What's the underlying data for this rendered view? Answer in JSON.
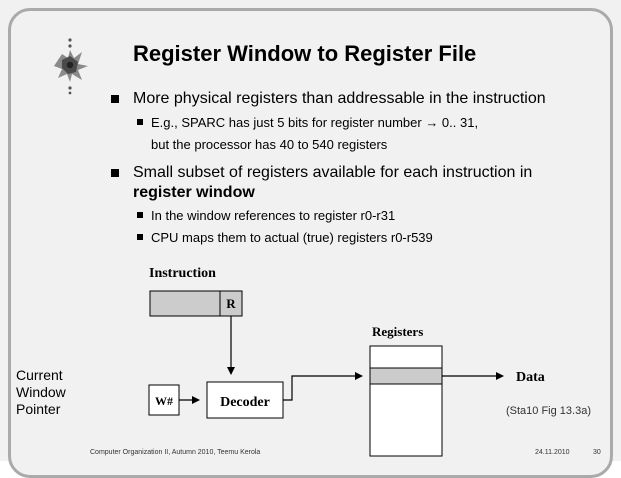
{
  "title": "Register Window to Register File",
  "bullets": [
    {
      "text": "More physical registers than addressable in the instruction",
      "sub": [
        {
          "line1": "E.g., SPARC has just 5 bits for register number → 0.. 31,",
          "line2": "but the processor has 40 to 540 registers"
        }
      ]
    },
    {
      "text_line1": "Small subset of registers available for each instruction in",
      "text_bold": "register window",
      "sub": [
        {
          "text": "In the window references to register r0-r31"
        },
        {
          "text": "CPU maps them to actual (true) registers r0-r539"
        }
      ]
    }
  ],
  "diagram": {
    "instruction_label": "Instruction",
    "register_field": "R",
    "registers_label": "Registers",
    "decoder_label": "Decoder",
    "window_pointer_box": "W#",
    "data_label": "Data",
    "current_window_pointer": [
      "Current",
      "Window",
      "Pointer"
    ],
    "citation": "(Sta10 Fig 13.3a)"
  },
  "footer": {
    "course": "Computer Organization II, Autumn 2010, Teemu Kerola",
    "date": "24.11.2010",
    "page": "30"
  },
  "colors": {
    "background": "#f1f1f1",
    "frame": "#aaaaaa",
    "box_fill": "#cccccc"
  },
  "icons": [
    "university-logo-icon"
  ]
}
